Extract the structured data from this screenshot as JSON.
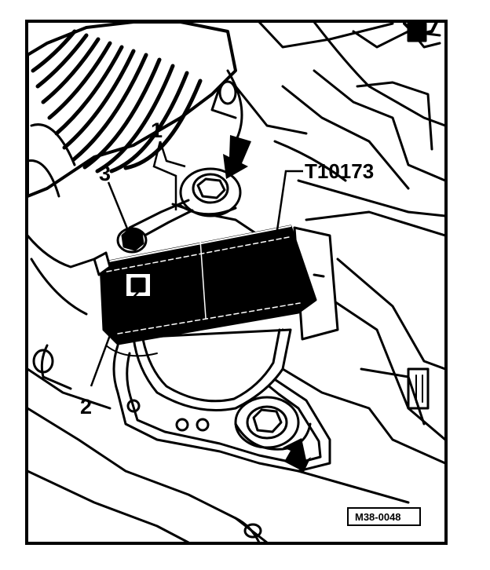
{
  "figure": {
    "callouts": {
      "one": "1",
      "two": "2",
      "three": "3"
    },
    "tool_label": "T10173",
    "reference_code": "M38-0048"
  }
}
